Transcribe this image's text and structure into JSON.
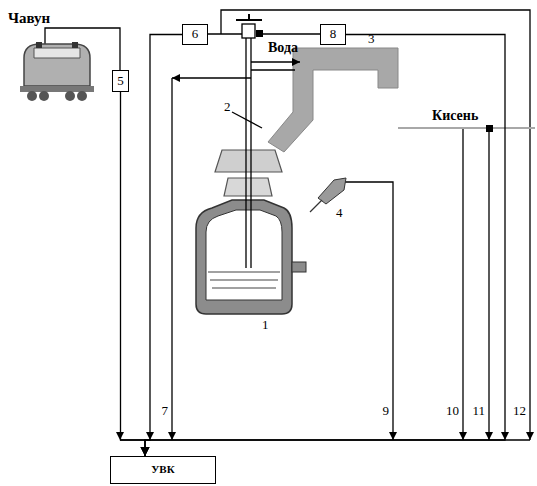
{
  "diagram": {
    "nodes": [
      {
        "text": [
          "6"
        ]
      },
      {
        "text": [
          "8"
        ]
      },
      {
        "text": [
          "5"
        ]
      },
      {
        "text": [
          "УВК"
        ]
      }
    ],
    "edges": [
      {
        "from": 0,
        "to": 3,
        "arrow": "to"
      },
      {
        "from": 1,
        "to": 3,
        "arrow": "to"
      },
      {
        "from": 2,
        "to": 3,
        "arrow": "to"
      }
    ],
    "labels": [
      "Чавун",
      "Вода",
      "Кисень",
      "1",
      "2",
      "3",
      "4",
      "7",
      "9",
      "10",
      "11",
      "12"
    ]
  }
}
